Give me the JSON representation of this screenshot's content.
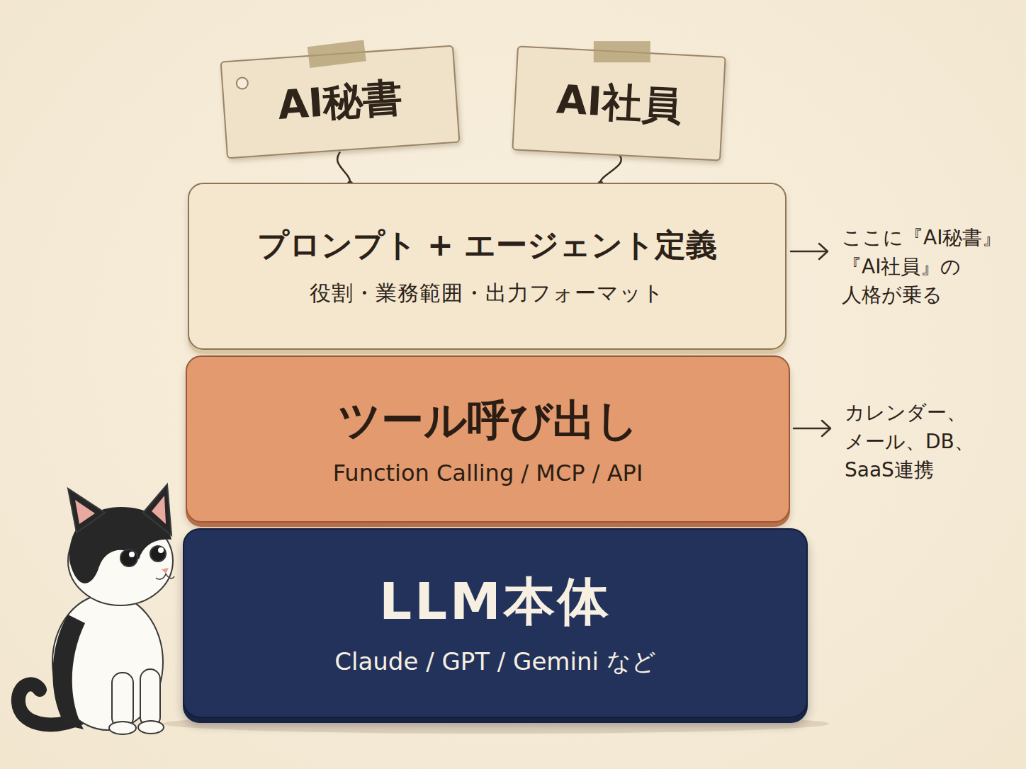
{
  "diagram": {
    "nodes": [
      {
        "text": [
          "AI秘書"
        ]
      },
      {
        "text": [
          "AI社員"
        ]
      },
      {
        "text": [
          "プロンプト + エージェント定義",
          "役割・業務範囲・出力フォーマット"
        ]
      },
      {
        "text": [
          "ツール呼び出し",
          "Function Calling / MCP / API"
        ]
      },
      {
        "text": [
          "LLM本体",
          "Claude / GPT / Gemini など"
        ]
      }
    ],
    "edges": [
      {
        "from": 0,
        "to": 2,
        "arrow": "none"
      },
      {
        "from": 1,
        "to": 2,
        "arrow": "none"
      }
    ],
    "labels": [
      "ここに『AI秘書』 『AI社員』の 人格が乗る",
      "カレンダー、 メール、DB、 SaaS連携"
    ]
  }
}
